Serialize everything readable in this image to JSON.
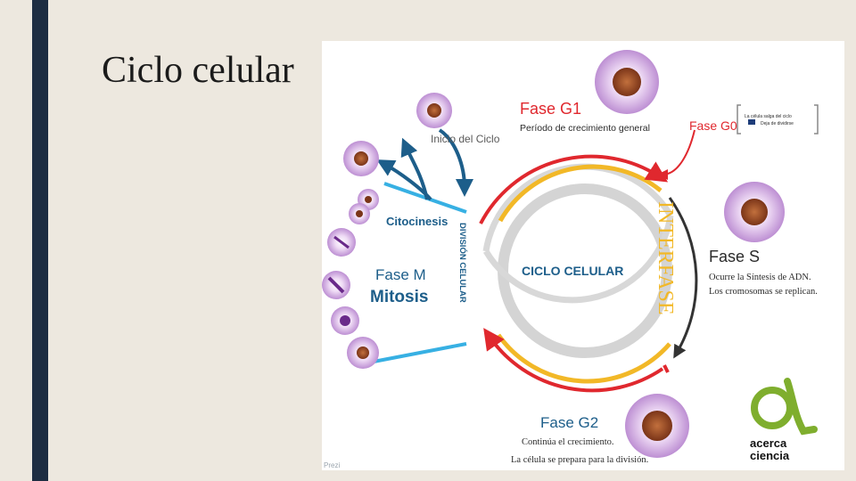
{
  "slide": {
    "title": "Ciclo celular"
  },
  "diagram": {
    "center_label": "CICLO CELULAR",
    "interfase_label": "INTERFASE",
    "division_label": "DIVISIÓN CELULAR",
    "inicio_label": "Inicio del Ciclo",
    "citocinesis_label": "Citocinesis",
    "fase_m_label": "Fase M",
    "mitosis_label": "Mitosis",
    "g1_title": "Fase G1",
    "g1_desc": "Período de crecimiento general",
    "g0_title": "Fase G0",
    "g0_note_line1": "La célula salga del ciclo",
    "g0_note_line2": "Deja de dividirse",
    "s_title": "Fase S",
    "s_desc_line1": "Ocurre la Síntesis de ADN.",
    "s_desc_line2": "Los cromosomas se replican.",
    "g2_title": "Fase G2",
    "g2_desc_line1": "Continúa el crecimiento.",
    "g2_desc_line2": "La célula se prepara para la división.",
    "logo_line1": "acerca",
    "logo_line2": "ciencia",
    "watermark": "Prezi"
  },
  "colors": {
    "red": "#e0282e",
    "yellow": "#f2b827",
    "gray_ring": "#d4d4d4",
    "dark_text": "#2b2b2b",
    "blue_text": "#1d5e8a",
    "navy": "#1e2d42",
    "cell_purple": "#c49ad8",
    "logo_green": "#7fae2e"
  }
}
